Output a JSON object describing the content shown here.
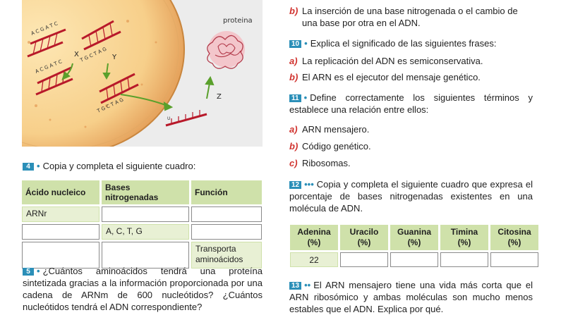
{
  "figure": {
    "label_proteina": "proteina",
    "label_x": "X",
    "label_y": "Y",
    "label_z": "Z",
    "seq_1": "A C G A T C",
    "seq_2": "T G C T A G",
    "seq_3": "A C G A T C",
    "seq_4": "T G C T A G",
    "seq_5": "U"
  },
  "q4": {
    "num": "4",
    "dots": "•",
    "text": "Copia y completa el siguiente cuadro:",
    "headers": [
      "Ácido nucleico",
      "Bases nitrogenadas",
      "Función"
    ],
    "rows": [
      [
        "ARNr",
        "",
        ""
      ],
      [
        "",
        "A, C, T, G",
        ""
      ],
      [
        "",
        "",
        "Transporta aminoácidos"
      ]
    ]
  },
  "q5": {
    "num": "5",
    "dots": "•",
    "text": "¿Cuántos aminoácidos tendrá una proteína sintetizada gracias a la información proporcionada por una cadena de ARNm de 600 nucleótidos? ¿Cuántos nucleótidos tendrá el ADN correspondiente?"
  },
  "q9b": {
    "letter": "b)",
    "text": "La inserción de una base nitrogenada o el cambio de una base por otra en el ADN."
  },
  "q10": {
    "num": "10",
    "dots": "•",
    "text": "Explica el significado de las siguientes frases:",
    "items": [
      {
        "letter": "a)",
        "text": "La replicación del ADN es semiconservativa."
      },
      {
        "letter": "b)",
        "text": "El ARN es el ejecutor del mensaje genético."
      }
    ]
  },
  "q11": {
    "num": "11",
    "dots": "•",
    "text": "Define correctamente los siguientes términos y establece una relación entre ellos:",
    "items": [
      {
        "letter": "a)",
        "text": "ARN mensajero."
      },
      {
        "letter": "b)",
        "text": "Código genético."
      },
      {
        "letter": "c)",
        "text": "Ribosomas."
      }
    ]
  },
  "q12": {
    "num": "12",
    "dots": "•••",
    "text": "Copia y completa el siguiente cuadro que expresa el porcentaje de bases nitrogenadas existentes en una molécula de ADN.",
    "headers": [
      {
        "name": "Adenina",
        "unit": "(%)"
      },
      {
        "name": "Uracilo",
        "unit": "(%)"
      },
      {
        "name": "Guanina",
        "unit": "(%)"
      },
      {
        "name": "Timina",
        "unit": "(%)"
      },
      {
        "name": "Citosina",
        "unit": "(%)"
      }
    ],
    "values": [
      "22",
      "",
      "",
      "",
      ""
    ]
  },
  "q13": {
    "num": "13",
    "dots": "••",
    "text": "El ARN mensajero tiene una vida más corta que el ARN ribosómico y ambas moléculas son mucho menos estables que el ADN. Explica por qué."
  }
}
